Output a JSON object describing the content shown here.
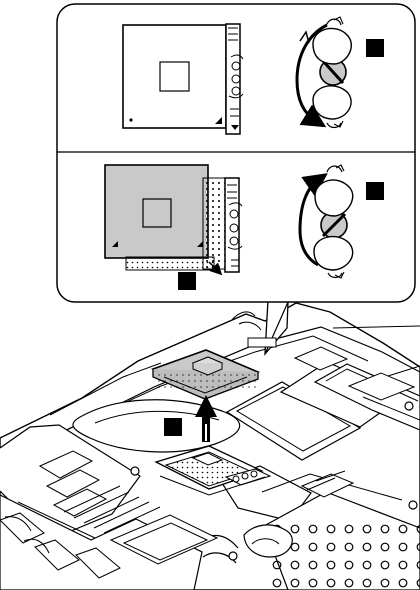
{
  "figure": {
    "kind": "illustration",
    "colors": {
      "line": "#000000",
      "paper": "#ffffff",
      "light": "#efefef",
      "mid": "#c9c9c9",
      "dark": "#8d8d8d",
      "fill": "#d7d7d7"
    }
  },
  "callouts": [
    {
      "name": "top-callout",
      "shape": "square"
    },
    {
      "name": "middle-callout",
      "shape": "square"
    },
    {
      "name": "inset-bottom-callout",
      "shape": "square"
    },
    {
      "name": "main-callout",
      "shape": "square"
    }
  ],
  "parts": {
    "processor": {
      "icon": "cpu-chip"
    },
    "socket": {
      "icon": "cpu-socket"
    },
    "lock": {
      "icon": "rotating-lock"
    },
    "arrow": {
      "icon": "lift-arrow"
    }
  }
}
